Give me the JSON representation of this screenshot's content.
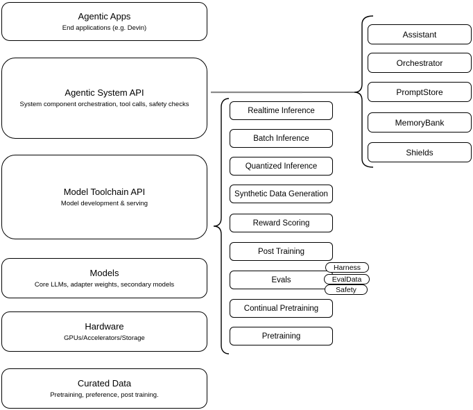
{
  "left": [
    {
      "title": "Agentic Apps",
      "subtitle": "End applications (e.g. Devin)"
    },
    {
      "title": "Agentic System API",
      "subtitle": "System component orchestration, tool calls, safety checks"
    },
    {
      "title": "Model Toolchain API",
      "subtitle": "Model development & serving"
    },
    {
      "title": "Models",
      "subtitle": "Core LLMs, adapter weights, secondary models"
    },
    {
      "title": "Hardware",
      "subtitle": "GPUs/Accelerators/Storage"
    },
    {
      "title": "Curated Data",
      "subtitle": "Pretraining, preference, post training."
    }
  ],
  "middle": [
    "Realtime Inference",
    "Batch Inference",
    "Quantized Inference",
    "Synthetic Data Generation",
    "Reward Scoring",
    "Post Training",
    "Evals",
    "Continual Pretraining",
    "Pretraining"
  ],
  "evals_tags": [
    "Harness",
    "EvalData",
    "Safety"
  ],
  "right": [
    "Assistant",
    "Orchestrator",
    "PromptStore",
    "MemoryBank",
    "Shields"
  ],
  "colors": {
    "background": "#ffffff",
    "node_fill": "#ffffff",
    "node_stroke": "#000000",
    "text": "#000000",
    "connector_gray": "#8a8a8a"
  }
}
